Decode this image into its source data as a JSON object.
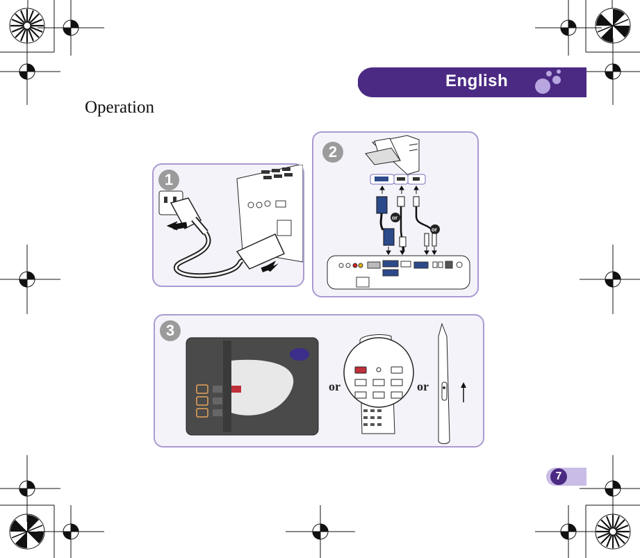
{
  "header": {
    "language": "English"
  },
  "page": {
    "title": "Operation",
    "number": "7"
  },
  "steps": [
    {
      "number": "1"
    },
    {
      "number": "2"
    },
    {
      "number": "3"
    }
  ],
  "step3": {
    "separator_1": "or",
    "separator_2": "or"
  },
  "colors": {
    "accent": "#4b2a83",
    "panel_border": "#a99ad1",
    "panel_fill": "#f5f3fa",
    "step_badge": "#9b9b9b"
  }
}
